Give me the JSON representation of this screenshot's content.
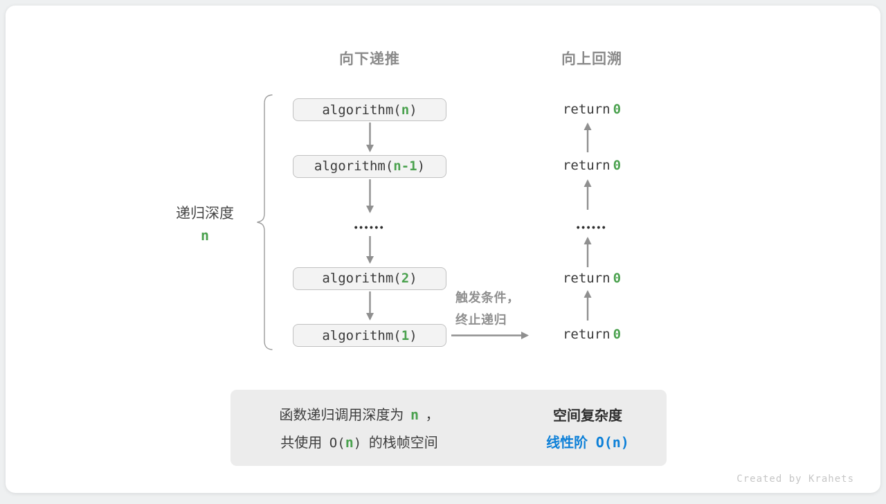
{
  "colors": {
    "accent_green": "#4aa14e",
    "accent_blue": "#0d80d8",
    "arrow_gray": "#8f8f8f",
    "box_fill": "#f3f3f3",
    "box_border": "#c1c1c1",
    "panel_fill": "#ececec"
  },
  "headers": {
    "downward": "向下递推",
    "upward": "向上回溯"
  },
  "depth": {
    "label": "递归深度",
    "value": "n"
  },
  "stack": [
    {
      "call_prefix": "algorithm(",
      "param": "n",
      "call_suffix": ")"
    },
    {
      "call_prefix": "algorithm(",
      "param": "n-1",
      "call_suffix": ")"
    },
    {
      "call_prefix": "algorithm(",
      "param": "2",
      "call_suffix": ")"
    },
    {
      "call_prefix": "algorithm(",
      "param": "1",
      "call_suffix": ")"
    }
  ],
  "returns": [
    {
      "keyword": "return",
      "value": "0"
    },
    {
      "keyword": "return",
      "value": "0"
    },
    {
      "keyword": "return",
      "value": "0"
    },
    {
      "keyword": "return",
      "value": "0"
    }
  ],
  "ellipsis": "••••••",
  "trigger": {
    "line1": "触发条件，",
    "line2": "终止递归"
  },
  "summary": {
    "line1_text": "函数递归调用深度为",
    "line1_var": "n",
    "line1_punct": "，",
    "line2_pre": "共使用",
    "line2_open": "O(",
    "line2_var": "n",
    "line2_close": ")",
    "line2_post": "的栈帧空间",
    "result_title": "空间复杂度",
    "result_label": "线性阶",
    "result_value": "O(n)"
  },
  "watermark": "Created by Krahets"
}
